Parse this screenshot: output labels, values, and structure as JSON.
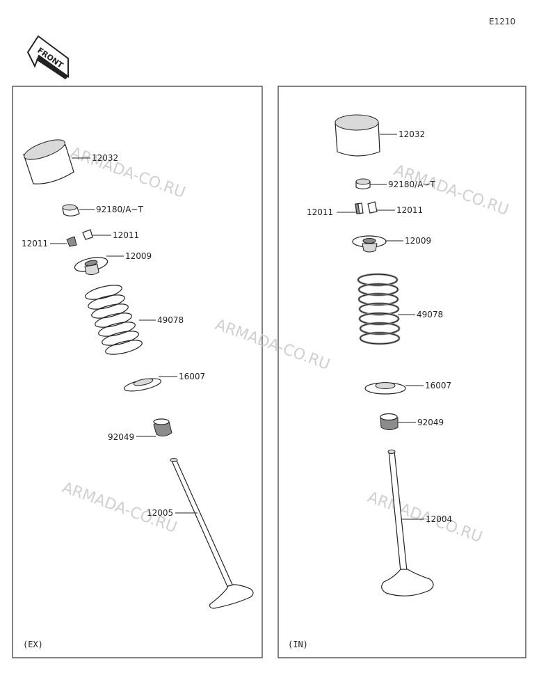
{
  "diagram_code": "E1210",
  "front_badge": "FRONT",
  "watermark_text": "ARMADA-CO.RU",
  "panels": {
    "exhaust": {
      "tag": "(EX)",
      "labels": {
        "tappet": "12032",
        "shim": "92180/A~T",
        "cotter_right": "12011",
        "cotter_left": "12011",
        "retainer": "12009",
        "spring": "49078",
        "spring_seat": "16007",
        "stem_seal": "92049",
        "valve": "12005"
      }
    },
    "intake": {
      "tag": "(IN)",
      "labels": {
        "tappet": "12032",
        "shim": "92180/A~T",
        "cotter_left": "12011",
        "cotter_right": "12011",
        "retainer": "12009",
        "spring": "49078",
        "spring_seat": "16007",
        "stem_seal": "92049",
        "valve": "12004"
      }
    }
  }
}
